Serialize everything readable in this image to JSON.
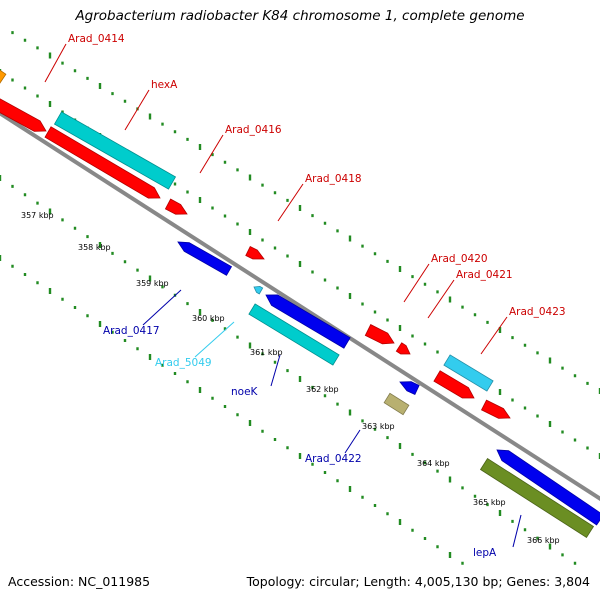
{
  "title": "Agrobacterium radiobacter K84 chromosome 1, complete genome",
  "footer": {
    "accession": "Accession: NC_011985",
    "summary": "Topology: circular; Length: 4,005,130 bp; Genes: 3,804"
  },
  "colors": {
    "red": "#ff0000",
    "cyan": "#00cccc",
    "light_blue": "#33ccee",
    "blue": "#0000ee",
    "olive": "#6b8e23",
    "tan": "#b8b070",
    "orange": "#ff9900",
    "backbone": "#888888",
    "dots": "#228b22"
  },
  "ticks": [
    "357 kbp",
    "358 kbp",
    "359 kbp",
    "360 kbp",
    "361 kbp",
    "362 kbp",
    "363 kbp",
    "364 kbp",
    "365 kbp",
    "366 kbp"
  ],
  "genes": [
    {
      "name": "Arad_0414",
      "strand": "+"
    },
    {
      "name": "hexA",
      "strand": "+"
    },
    {
      "name": "Arad_0416",
      "strand": "+"
    },
    {
      "name": "Arad_0418",
      "strand": "+"
    },
    {
      "name": "Arad_0420",
      "strand": "+"
    },
    {
      "name": "Arad_0421",
      "strand": "+"
    },
    {
      "name": "Arad_0423",
      "strand": "+"
    },
    {
      "name": "Arad_0417",
      "strand": "-"
    },
    {
      "name": "Arad_5049",
      "strand": "-"
    },
    {
      "name": "noeK",
      "strand": "-"
    },
    {
      "name": "Arad_0422",
      "strand": "-"
    },
    {
      "name": "lepA",
      "strand": "-"
    }
  ]
}
